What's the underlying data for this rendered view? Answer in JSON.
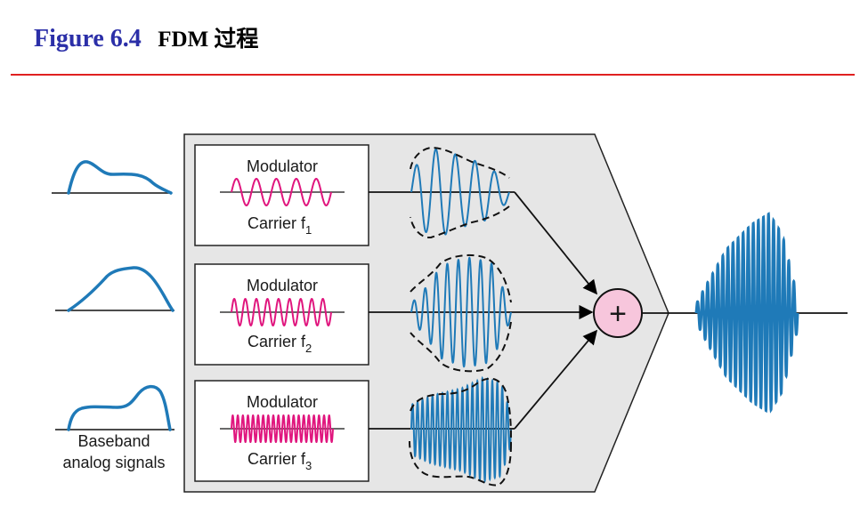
{
  "figure": {
    "number": "Figure 6.4",
    "caption": "FDM 过程"
  },
  "modulators": [
    {
      "label": "Modulator",
      "carrier": "Carrier f",
      "sub": "1"
    },
    {
      "label": "Modulator",
      "carrier": "Carrier f",
      "sub": "2"
    },
    {
      "label": "Modulator",
      "carrier": "Carrier f",
      "sub": "3"
    }
  ],
  "baseband": {
    "line1": "Baseband",
    "line2": "analog signals"
  },
  "adder": {
    "symbol": "+"
  },
  "colors": {
    "wave": "#1f7ab8",
    "carrier": "#e0167e",
    "adder_fill": "#f7c6dc",
    "box_fill": "#e6e6e6",
    "title": "#2b2fa8",
    "rule": "#e02020"
  },
  "icons": [
    "plus-icon",
    "arrow-icon"
  ]
}
